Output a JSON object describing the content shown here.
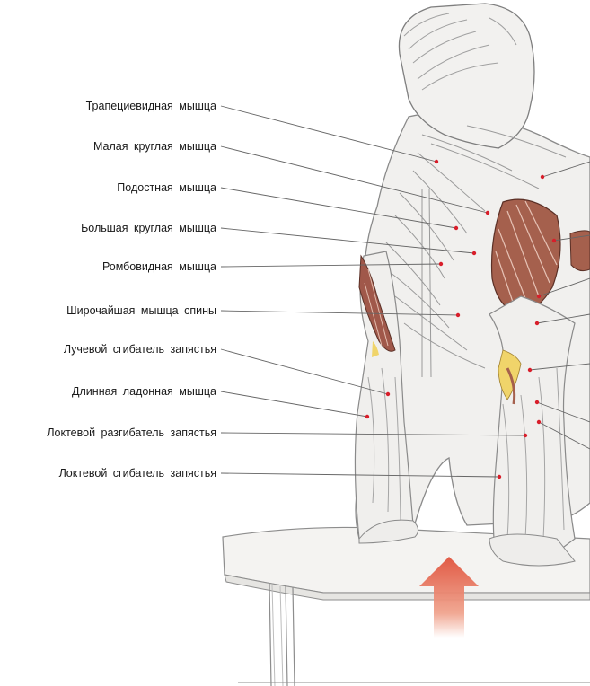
{
  "colors": {
    "skin_fill": "#f1f0ee",
    "muscle_line": "#9a9a9a",
    "highlight_muscle": "#9c5b4a",
    "leader_line": "#666666",
    "marker_dot": "#d81e2a",
    "arrow": "#e46c55"
  },
  "labels": [
    {
      "text": "Трапециевидная мышца"
    },
    {
      "text": "Малая круглая мышца"
    },
    {
      "text": "Подостная мышца"
    },
    {
      "text": "Большая круглая мышца"
    },
    {
      "text": "Ромбовидная мышца"
    },
    {
      "text": "Широчайшая мышца спины"
    },
    {
      "text": "Лучевой сгибатель запястья"
    },
    {
      "text": "Длинная ладонная мышца"
    },
    {
      "text": "Локтевой разгибатель запястья"
    },
    {
      "text": "Локтевой сгибатель запястья"
    }
  ]
}
